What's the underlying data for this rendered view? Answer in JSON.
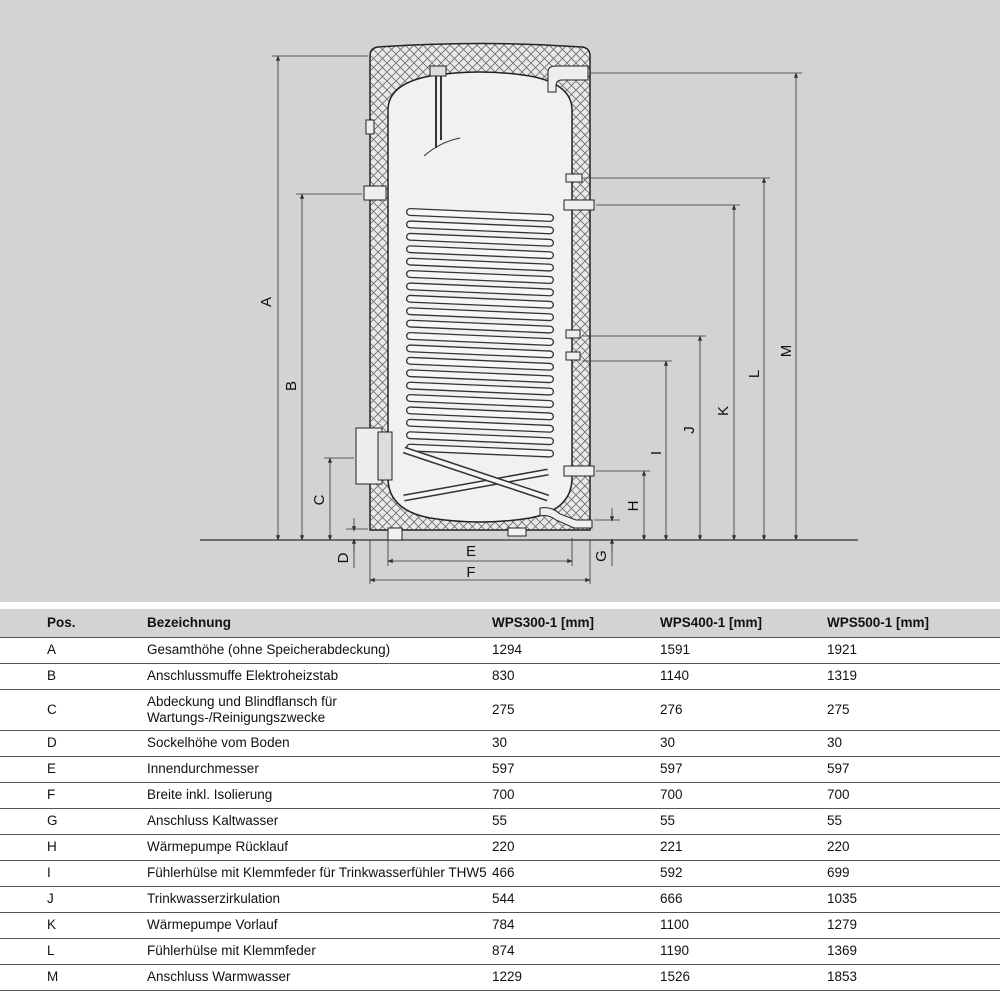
{
  "diagram": {
    "dimension_labels": [
      "A",
      "B",
      "C",
      "D",
      "E",
      "F",
      "G",
      "H",
      "I",
      "J",
      "K",
      "L",
      "M"
    ]
  },
  "table": {
    "headers": [
      "Pos.",
      "Bezeichnung",
      "WPS300-1 [mm]",
      "WPS400-1 [mm]",
      "WPS500-1 [mm]"
    ],
    "rows": [
      {
        "pos": "A",
        "desc": "Gesamthöhe (ohne Speicherabdeckung)",
        "v300": "1294",
        "v400": "1591",
        "v500": "1921"
      },
      {
        "pos": "B",
        "desc": "Anschlussmuffe Elektroheizstab",
        "v300": "830",
        "v400": "1140",
        "v500": "1319"
      },
      {
        "pos": "C",
        "desc": "Abdeckung und Blindflansch für\nWartungs-/Reinigungszwecke",
        "v300": "275",
        "v400": "276",
        "v500": "275"
      },
      {
        "pos": "D",
        "desc": "Sockelhöhe vom Boden",
        "v300": "30",
        "v400": "30",
        "v500": "30"
      },
      {
        "pos": "E",
        "desc": "Innendurchmesser",
        "v300": "597",
        "v400": "597",
        "v500": "597"
      },
      {
        "pos": "F",
        "desc": "Breite inkl. Isolierung",
        "v300": "700",
        "v400": "700",
        "v500": "700"
      },
      {
        "pos": "G",
        "desc": "Anschluss Kaltwasser",
        "v300": "55",
        "v400": "55",
        "v500": "55"
      },
      {
        "pos": "H",
        "desc": "Wärmepumpe Rücklauf",
        "v300": "220",
        "v400": "221",
        "v500": "220"
      },
      {
        "pos": "I",
        "desc": "Fühlerhülse mit Klemmfeder für Trinkwasserfühler THW5",
        "v300": "466",
        "v400": "592",
        "v500": "699"
      },
      {
        "pos": "J",
        "desc": "Trinkwasserzirkulation",
        "v300": "544",
        "v400": "666",
        "v500": "1035"
      },
      {
        "pos": "K",
        "desc": "Wärmepumpe Vorlauf",
        "v300": "784",
        "v400": "1100",
        "v500": "1279"
      },
      {
        "pos": "L",
        "desc": "Fühlerhülse mit Klemmfeder",
        "v300": "874",
        "v400": "1190",
        "v500": "1369"
      },
      {
        "pos": "M",
        "desc": "Anschluss Warmwasser",
        "v300": "1229",
        "v400": "1526",
        "v500": "1853"
      }
    ]
  }
}
